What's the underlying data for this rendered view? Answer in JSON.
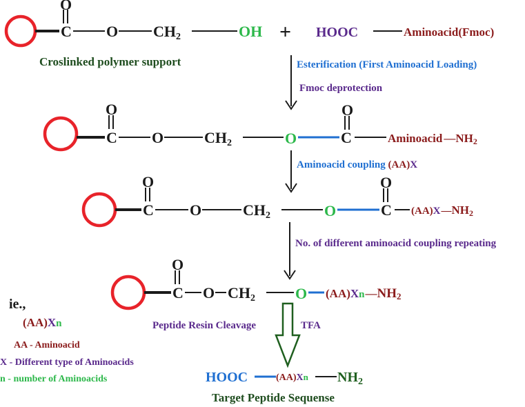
{
  "atoms": {
    "C": "C",
    "O": "O",
    "CH2": "CH",
    "sub2": "2",
    "OH": "OH",
    "plus": "+",
    "HOOC": "HOOC",
    "NH": "NH",
    "AA": "(AA)",
    "X": "X",
    "n": "n"
  },
  "row1": {
    "reagent": "Aminoacid(Fmoc)",
    "support_label": "Croslinked polymer support"
  },
  "steps": {
    "step1_line1": "Esterification (First Aminoacid Loading)",
    "step1_line2": "Fmoc deprotection",
    "row2_tail": "Aminoacid",
    "step2": "Aminoacid coupling ",
    "step2_aa": "(AA)",
    "step2_x": "X",
    "step3": "No. of different aminoacid coupling repeating",
    "step4_left": "Peptide Resin Cleavage",
    "step4_right": "TFA",
    "target": "Target Peptide Sequense"
  },
  "legend": {
    "ie": "ie.,",
    "aa_def": "AA - Aminoacid",
    "x_def": "X - Different type of Aminoacids",
    "n_def": "n  - number of Aminoacids"
  },
  "colors": {
    "circle": "#e8232a",
    "green": "#2db84b",
    "dark_red": "#8b1c1c",
    "purple": "#5a2a8c",
    "blue": "#1f6fd1",
    "label_green": "#1f4d1f"
  }
}
